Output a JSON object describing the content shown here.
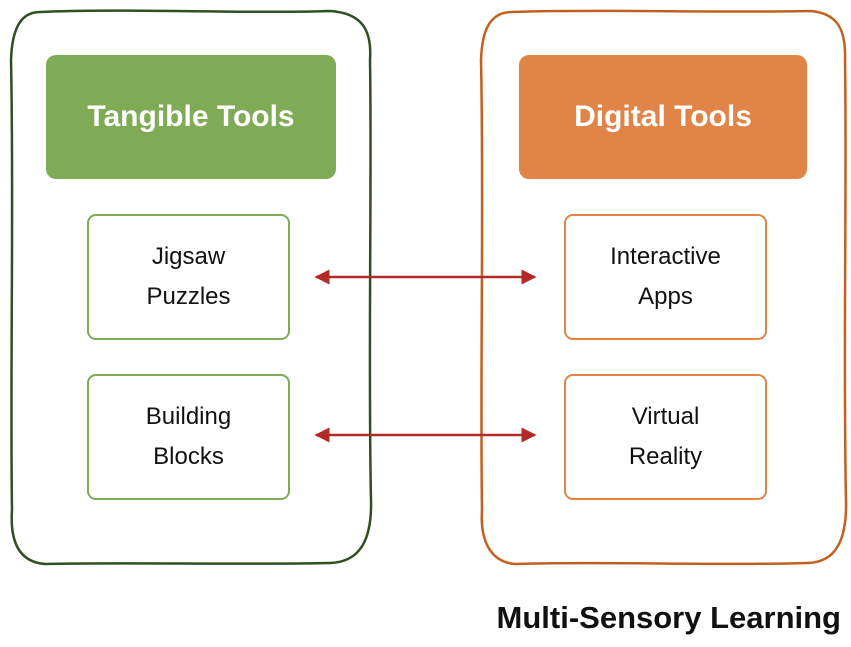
{
  "colors": {
    "tangible_header": "#7fab56",
    "tangible_frame": "#2f4f1e",
    "digital_header": "#e08447",
    "digital_frame": "#c2611f",
    "arrow": "#b02a2a"
  },
  "left_column": {
    "header": "Tangible Tools",
    "items": [
      {
        "line1": "Jigsaw",
        "line2": "Puzzles"
      },
      {
        "line1": "Building",
        "line2": "Blocks"
      }
    ]
  },
  "right_column": {
    "header": "Digital Tools",
    "items": [
      {
        "line1": "Interactive",
        "line2": "Apps"
      },
      {
        "line1": "Virtual",
        "line2": "Reality"
      }
    ]
  },
  "connectors": [
    {
      "from": "Jigsaw Puzzles",
      "to": "Interactive Apps",
      "type": "bidirectional-arrow"
    },
    {
      "from": "Building Blocks",
      "to": "Virtual Reality",
      "type": "bidirectional-arrow"
    }
  ],
  "footer_title": "Multi-Sensory Learning"
}
